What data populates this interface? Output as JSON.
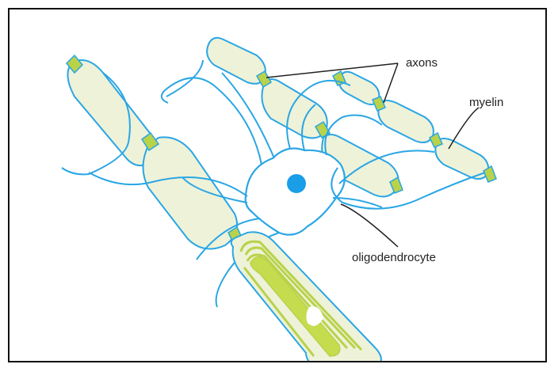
{
  "labels": {
    "axons": "axons",
    "myelin": "myelin",
    "oligodendrocyte": "oligodendrocyte"
  },
  "colors": {
    "outline": "#2aa6e4",
    "myelin_fill": "#eef2d9",
    "node": "#b8d24a",
    "axon_core": "#c5dc4e",
    "nucleus": "#1b9ee8",
    "leader": "#222222"
  }
}
